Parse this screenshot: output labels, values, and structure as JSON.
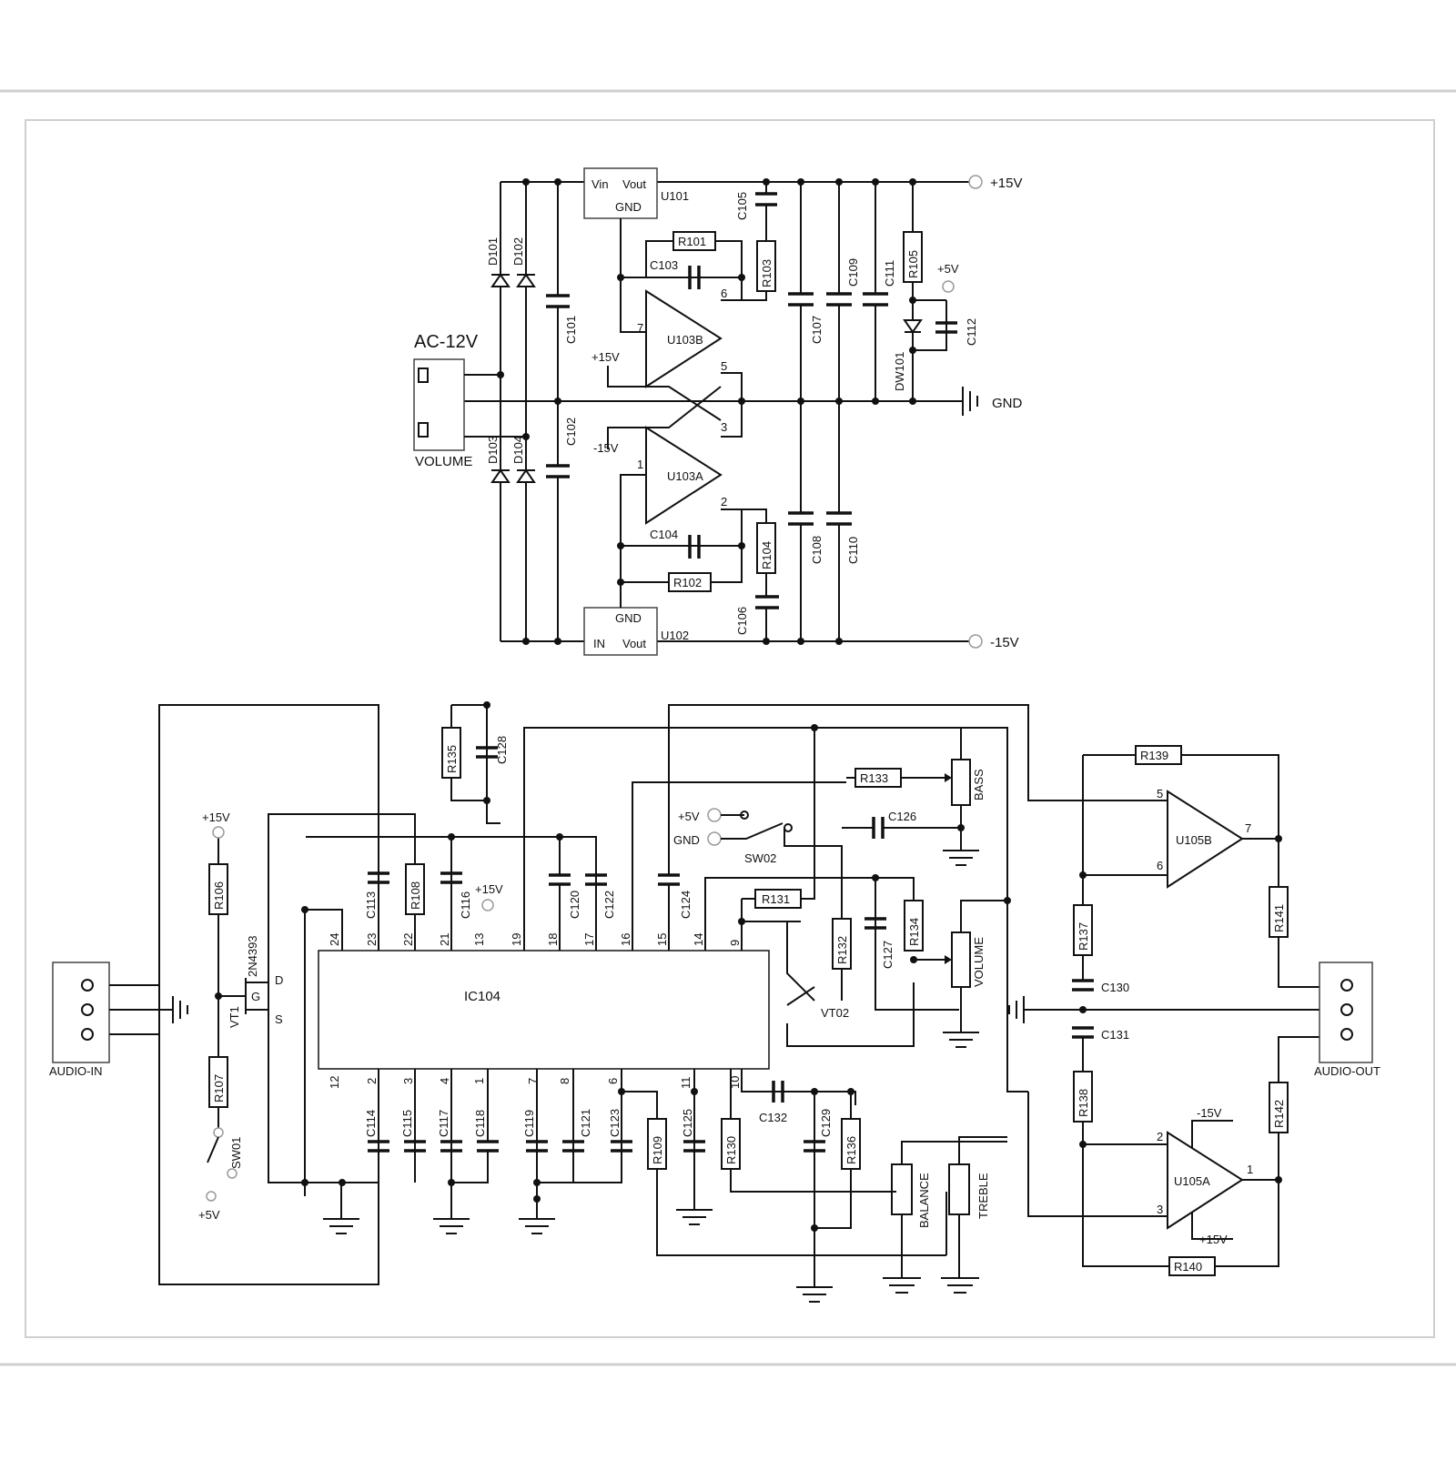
{
  "psu": {
    "input_label": "AC-12V",
    "connector_caption": "VOLUME",
    "rail_pos": "+15V",
    "rail_neg": "-15V",
    "rail_gnd": "GND",
    "u101": {
      "name": "U101",
      "vin": "Vin",
      "vout": "Vout",
      "gnd": "GND"
    },
    "u102": {
      "name": "U102",
      "vin": "IN",
      "vout": "Vout",
      "gnd": "GND"
    },
    "diodes": [
      "D101",
      "D102",
      "D103",
      "D104"
    ],
    "zener": "DW101",
    "zener_rail": "+5V",
    "opamp_b": {
      "name": "U103B",
      "pins": [
        "7",
        "6",
        "5"
      ],
      "supply": "+15V"
    },
    "opamp_a": {
      "name": "U103A",
      "pins": [
        "1",
        "2",
        "3"
      ],
      "supply": "-15V"
    },
    "resistors": [
      "R101",
      "R102",
      "R103",
      "R104",
      "R105"
    ],
    "capacitors": [
      "C101",
      "C102",
      "C103",
      "C104",
      "C105",
      "C106",
      "C107",
      "C108",
      "C109",
      "C110",
      "C111",
      "C112"
    ]
  },
  "main": {
    "ic": "IC104",
    "ic_top_pins": [
      "24",
      "23",
      "22",
      "21",
      "13",
      "19",
      "18",
      "17",
      "16",
      "15",
      "14",
      "9"
    ],
    "ic_bottom_pins": [
      "12",
      "2",
      "3",
      "4",
      "1",
      "7",
      "8",
      "6",
      "11",
      "10"
    ],
    "input_connector": "AUDIO-IN",
    "output_connector": "AUDIO-OUT",
    "jfet": {
      "name": "VT1",
      "part": "2N4393",
      "d": "D",
      "g": "G",
      "s": "S"
    },
    "transistor": "VT02",
    "switch1": "SW01",
    "switch2": "SW02",
    "sw2_pos": "+5V",
    "sw2_gnd": "GND",
    "rail_15": "+15V",
    "rail_5": "+5V",
    "pot_bass": "BASS",
    "pot_volume": "VOLUME",
    "pot_balance": "BALANCE",
    "pot_treble": "TREBLE",
    "opamp_b": {
      "name": "U105B",
      "pin_plus": "5",
      "pin_minus": "6",
      "pin_out": "7"
    },
    "opamp_a": {
      "name": "U105A",
      "pin_minus": "2",
      "pin_plus": "3",
      "pin_out": "1",
      "neg": "-15V",
      "pos": "+15V"
    },
    "resistors": [
      "R106",
      "R107",
      "R108",
      "R109",
      "R130",
      "R131",
      "R132",
      "R133",
      "R134",
      "R135",
      "R136",
      "R137",
      "R138",
      "R139",
      "R140",
      "R141",
      "R142"
    ],
    "capacitors": [
      "C113",
      "C114",
      "C115",
      "C116",
      "C117",
      "C118",
      "C119",
      "C120",
      "C121",
      "C122",
      "C123",
      "C124",
      "C125",
      "C126",
      "C127",
      "C128",
      "C129",
      "C130",
      "C131",
      "C132"
    ]
  }
}
